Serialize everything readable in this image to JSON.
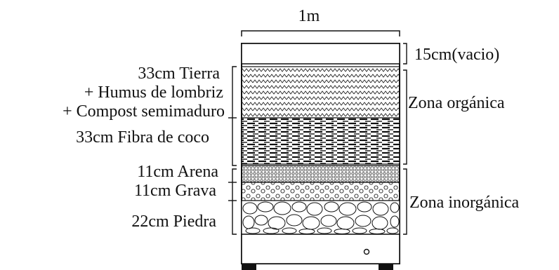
{
  "diagram": {
    "width_label": "1m",
    "top_note": "15cm(vacio)",
    "layers": [
      {
        "id": "tierra",
        "lines": [
          "33cm  Tierra",
          "+ Humus de lombriz",
          "+ Compost semimaduro"
        ]
      },
      {
        "id": "fibra",
        "lines": [
          "33cm Fibra de coco"
        ]
      },
      {
        "id": "arena",
        "lines": [
          "11cm  Arena"
        ]
      },
      {
        "id": "grava",
        "lines": [
          "11cm  Grava"
        ]
      },
      {
        "id": "piedra",
        "lines": [
          "22cm  Piedra"
        ]
      }
    ],
    "zones": {
      "organic": "Zona orgánica",
      "inorganic": "Zona inorgánica"
    },
    "colors": {
      "stroke": "#111111",
      "background": "#ffffff"
    }
  }
}
